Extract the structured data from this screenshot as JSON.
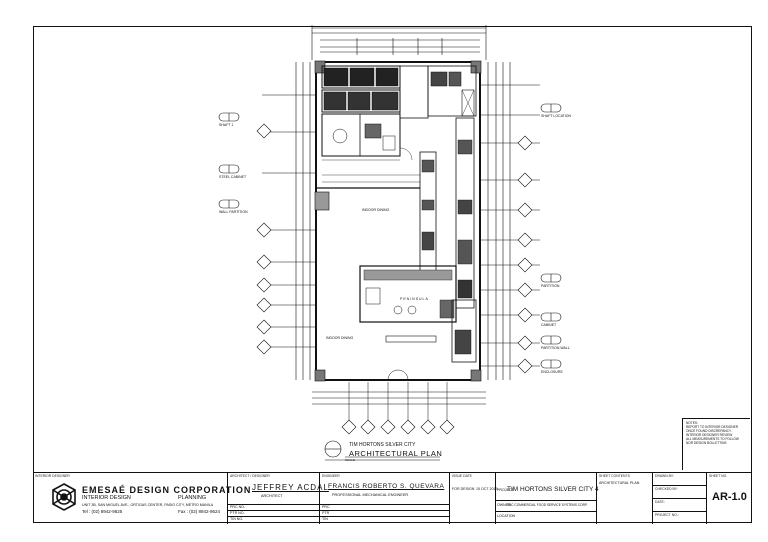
{
  "drawing": {
    "title_line1": "TIM HORTONS SILVER CITY",
    "title_line2": "ARCHITECTURAL PLAN",
    "scale_label": "SCALE",
    "rooms": {
      "indoor_dining_upper": "INDOOR DINING",
      "indoor_dining_lower": "INDOOR DINING",
      "peninsula": "PENINSULA"
    },
    "tags": {
      "left_1": "SHAFT 1",
      "left_2": "STEEL CABINET",
      "left_3": "WALL PARTITION",
      "right_1": "SHAFT LOCATION",
      "right_2": "PARTITION",
      "right_3": "CABINET",
      "right_4": "PARTITION WALL",
      "right_5": "ENCLOSURE"
    },
    "notes": [
      "NOTES:",
      "REPORT TO INTERIOR DESIGNER",
      "ONCE FOUND DISCREPANCY.",
      "INTERIOR DESIGNER REVIEW",
      "ALL MEASUREMENTS TO FOLLOW",
      "NOR DESIGN BOLLETTINS"
    ]
  },
  "title_block": {
    "firm_header": "INTERIOR DESIGNER",
    "firm_name": "EMESAÉ DESIGN CORPORATION",
    "firm_sub1": "INTERIOR DESIGN",
    "firm_sub2": "PLANNING",
    "firm_address": "UNIT 3B, SAN MIGUEL AVE., ORTIGAS CENTER, PASIG CITY, METRO MANILA",
    "firm_tel": "Tel : (02) 8942-9625",
    "firm_fax": "Fax : (02) 8942-9624",
    "architect_header": "ARCHITECT / DESIGNER",
    "architect_name": "JEFFREY ACDAL",
    "architect_role": "ARCHITECT",
    "architect_rows": [
      "PRC NO.",
      "PTR NO.",
      "TIN NO."
    ],
    "engineer_header": "ENGINEER",
    "engineer_name": "FRANCIS ROBERTO S. QUEVARA",
    "engineer_role": "PROFESSIONAL MECHANICAL ENGINEER",
    "engineer_rows": [
      "PRC",
      "PTR",
      "TIN"
    ],
    "issue_header": "ISSUE DATE",
    "issue_label": "FOR DESIGN",
    "issue_date": "15 OCT 2019",
    "project_label": "PROJECT",
    "project_name": "TIM HORTONS SILVER CITY 4",
    "owner_label": "OWNER",
    "owner_name": "TDC COMMERCIAL FOOD SERVICE SYSTEMS CORP.",
    "location_label": "LOCATION",
    "sheet_contents_label": "SHEET CONTENTS",
    "sheet_contents_value": "ARCHITECTURAL PLAN",
    "drawn_by_label": "DRAWN BY:",
    "checked_by_label": "CHECKED BY:",
    "date_label": "DATE:",
    "project_no_label": "PROJECT NO.:",
    "sheet_no_label": "SHEET NO.",
    "sheet_no": "AR-1.0"
  }
}
